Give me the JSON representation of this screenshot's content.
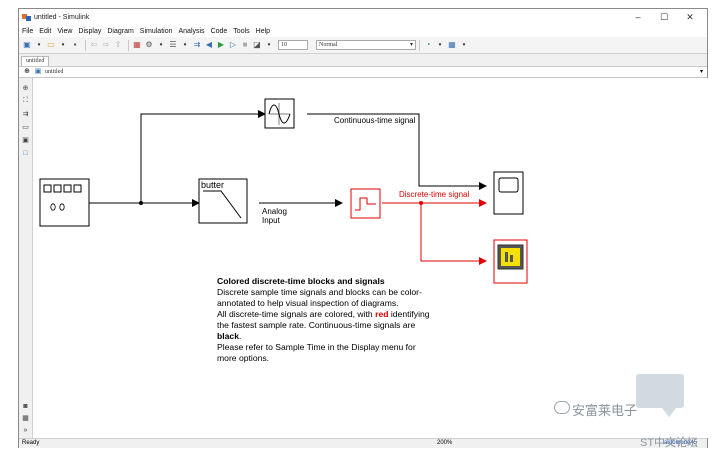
{
  "window": {
    "title": "untitled - Simulink",
    "controls": {
      "minimize": "–",
      "maximize": "☐",
      "close": "✕"
    }
  },
  "menubar": [
    "File",
    "Edit",
    "View",
    "Display",
    "Diagram",
    "Simulation",
    "Analysis",
    "Code",
    "Tools",
    "Help"
  ],
  "toolbar": {
    "stop_time": "10",
    "sim_mode": "Normal"
  },
  "tab": {
    "label": "untitled"
  },
  "address": {
    "path": "untitled"
  },
  "diagram": {
    "blocks": {
      "transfer_fcn_label": "butter"
    },
    "signal_labels": {
      "continuous": "Continuous-time signal",
      "discrete": "Discrete-time signal",
      "analog_line1": "Analog",
      "analog_line2": "Input"
    },
    "note": {
      "heading": "Colored discrete-time blocks and signals",
      "line1": "Discrete sample time signals and blocks  can be color-",
      "line2": "annotated to help visual inspection of diagrams.",
      "line3_pre": "All discrete-time signals are colored, with ",
      "line3_red": "red",
      "line3_post": " identifying",
      "line4": "the fastest sample rate. Continuous-time signals are",
      "line5": "black",
      "line5_post": ".",
      "line6": "Please refer to Sample Time in the Display menu for",
      "line7": "more options."
    },
    "colors": {
      "discrete": "#e00000",
      "continuous": "#000000"
    }
  },
  "status": {
    "left": "Ready",
    "zoom": "200%",
    "solver": "autoinode45"
  },
  "watermark": {
    "text": "安富莱电子",
    "sub": "ST中文论坛"
  }
}
